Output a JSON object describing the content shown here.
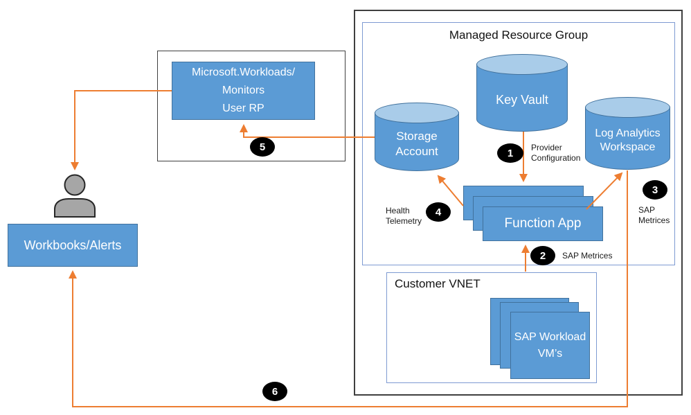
{
  "diagram": {
    "managed_resource_group": {
      "title": "Managed Resource Group"
    },
    "customer_vnet": {
      "title": "Customer VNET"
    },
    "nodes": {
      "key_vault": "Key Vault",
      "storage_account": "Storage Account",
      "log_analytics_workspace": "Log Analytics Workspace",
      "function_app": "Function App",
      "sap_workload_vms": "SAP Workload VM’s",
      "user_rp_lines": [
        "Microsoft.Workloads/",
        "Monitors",
        "User RP"
      ],
      "workbooks_alerts": "Workbooks/Alerts"
    },
    "steps": [
      {
        "n": "1",
        "label": "Provider Configuration"
      },
      {
        "n": "2",
        "label": "SAP Metrices"
      },
      {
        "n": "3",
        "label": "SAP Metrices"
      },
      {
        "n": "4",
        "label": "Health Telemetry"
      },
      {
        "n": "5",
        "label": ""
      },
      {
        "n": "6",
        "label": ""
      }
    ],
    "colors": {
      "node_fill": "#5B9BD5",
      "node_border": "#41719C",
      "cylinder_top": "#A9CCE9",
      "arrow": "#ED7D31",
      "person_fill": "#A6A6A6",
      "outer_border": "#3F3F3F",
      "group_border": "#7D9AD2"
    }
  }
}
